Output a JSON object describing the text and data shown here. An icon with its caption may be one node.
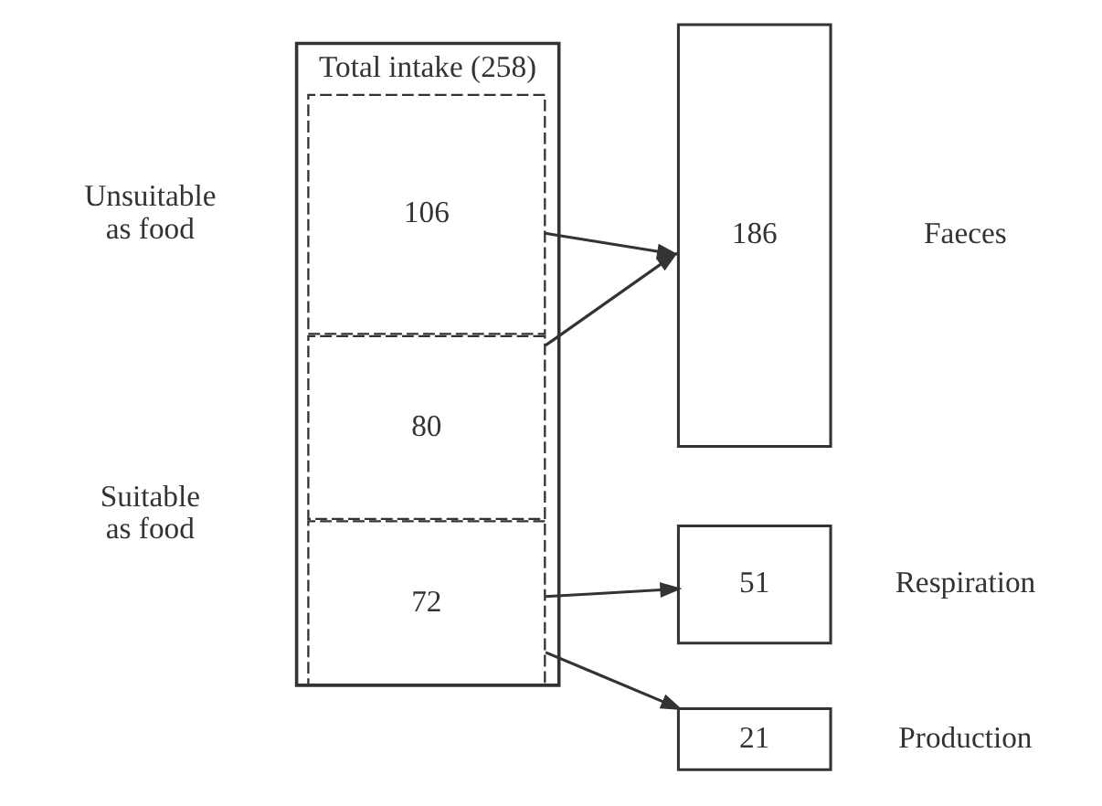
{
  "diagram": {
    "nodes": [
      {
        "text": [
          "Total intake (258)"
        ]
      },
      {
        "text": [
          "106"
        ],
        "in": 0
      },
      {
        "text": [
          "80"
        ],
        "in": 0
      },
      {
        "text": [
          "72"
        ],
        "in": 0
      },
      {
        "text": [
          "186"
        ],
        "beside": [
          "Faeces"
        ]
      },
      {
        "text": [
          "51"
        ],
        "beside": [
          "Respiration"
        ]
      },
      {
        "text": [
          "21"
        ],
        "beside": [
          "Production"
        ]
      }
    ],
    "edges": [
      {
        "from": 1,
        "to": 4,
        "arrow": "to"
      },
      {
        "from": 2,
        "to": 4,
        "arrow": "to"
      },
      {
        "from": 3,
        "to": 5,
        "arrow": "to"
      },
      {
        "from": 3,
        "to": 6,
        "arrow": "to"
      }
    ],
    "labels": [
      "Unsuitable as food",
      "Suitable as food"
    ]
  }
}
